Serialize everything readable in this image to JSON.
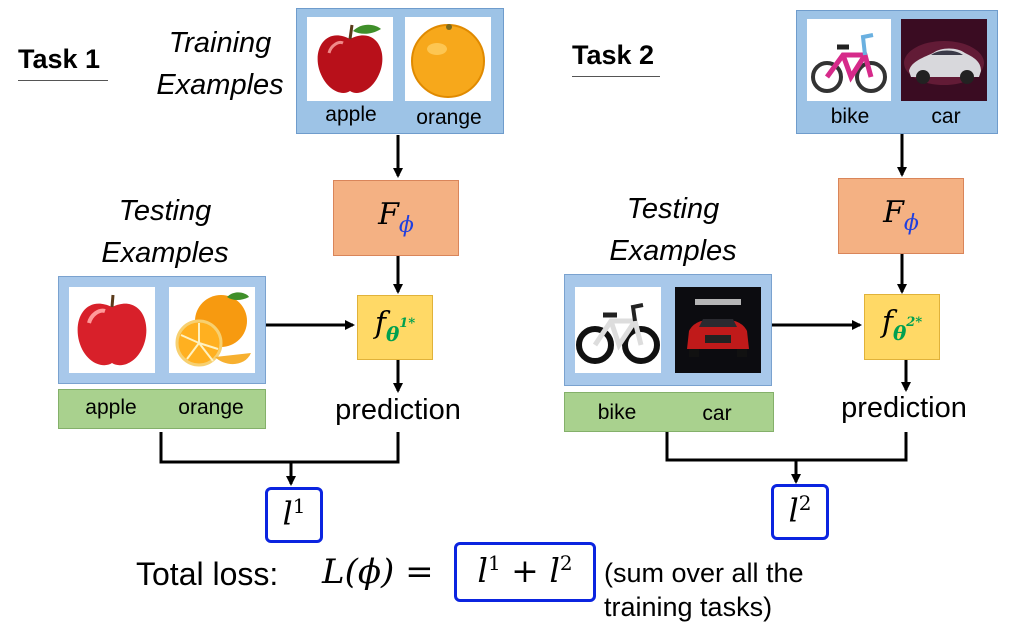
{
  "task1": {
    "title": "Task 1",
    "training_label_line1": "Training",
    "training_label_line2": "Examples",
    "train_items": [
      "apple",
      "orange"
    ],
    "testing_label_line1": "Testing",
    "testing_label_line2": "Examples",
    "test_items": [
      "apple",
      "orange"
    ],
    "F_symbol": "F",
    "F_sub": "ϕ",
    "f_symbol": "f",
    "f_sub": "θ",
    "f_sup": "1*",
    "prediction": "prediction",
    "loss_symbol": "l",
    "loss_sup": "1"
  },
  "task2": {
    "title": "Task 2",
    "train_items": [
      "bike",
      "car"
    ],
    "testing_label_line1": "Testing",
    "testing_label_line2": "Examples",
    "test_items": [
      "bike",
      "car"
    ],
    "F_symbol": "F",
    "F_sub": "ϕ",
    "f_symbol": "f",
    "f_sub": "θ",
    "f_sup": "2*",
    "prediction": "prediction",
    "loss_symbol": "l",
    "loss_sup": "2"
  },
  "total": {
    "label": "Total loss:",
    "lhs": "L(ϕ) =",
    "term1_base": "l",
    "term1_sup": "1",
    "plus": "+",
    "term2_base": "l",
    "term2_sup": "2",
    "note_line1": "(sum over all the",
    "note_line2": "training tasks)"
  },
  "colors": {
    "blue_box": "#9dc3e6",
    "green_bar": "#a9d18e",
    "orange_box": "#f4b183",
    "yellow_box": "#ffd966",
    "loss_border": "#0b24e0",
    "phi_color": "#1f3fe0",
    "theta_color": "#00a050"
  },
  "icons": [
    "apple-image",
    "orange-image",
    "bike-image",
    "car-image"
  ]
}
